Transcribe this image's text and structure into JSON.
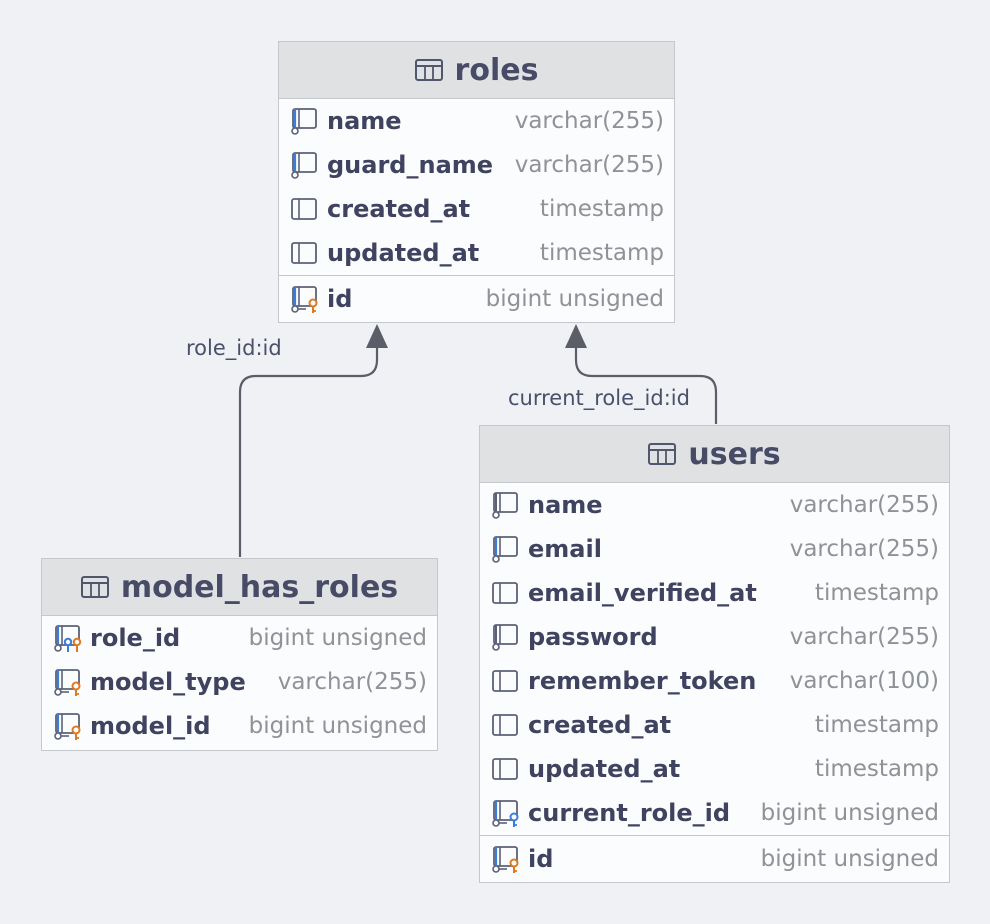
{
  "colors": {
    "background": "#eff1f5",
    "header_bg": "#e0e1e3",
    "border": "#c4c7cc",
    "column_text": "#3f4360",
    "type_text": "#8f9296",
    "fk_blue": "#3b7ddc",
    "pk_orange": "#e07a1f",
    "connector": "#5b5e66"
  },
  "tables": {
    "roles": {
      "title": "roles",
      "columns": [
        {
          "name": "name",
          "type": "varchar(255)",
          "icon": "indexed-column-icon"
        },
        {
          "name": "guard_name",
          "type": "varchar(255)",
          "icon": "indexed-column-icon"
        },
        {
          "name": "created_at",
          "type": "timestamp",
          "icon": "column-icon"
        },
        {
          "name": "updated_at",
          "type": "timestamp",
          "icon": "column-icon"
        }
      ],
      "pk": {
        "name": "id",
        "type": "bigint unsigned",
        "icon": "primary-key-icon"
      }
    },
    "model_has_roles": {
      "title": "model_has_roles",
      "columns": [
        {
          "name": "role_id",
          "type": "bigint unsigned",
          "icon": "pk-foreign-key-icon"
        },
        {
          "name": "model_type",
          "type": "varchar(255)",
          "icon": "primary-key-icon"
        },
        {
          "name": "model_id",
          "type": "bigint unsigned",
          "icon": "primary-key-icon"
        }
      ]
    },
    "users": {
      "title": "users",
      "columns": [
        {
          "name": "name",
          "type": "varchar(255)",
          "icon": "indexed-column-icon"
        },
        {
          "name": "email",
          "type": "varchar(255)",
          "icon": "indexed-column-icon"
        },
        {
          "name": "email_verified_at",
          "type": "timestamp",
          "icon": "column-icon"
        },
        {
          "name": "password",
          "type": "varchar(255)",
          "icon": "indexed-column-icon"
        },
        {
          "name": "remember_token",
          "type": "varchar(100)",
          "icon": "column-icon"
        },
        {
          "name": "created_at",
          "type": "timestamp",
          "icon": "column-icon"
        },
        {
          "name": "updated_at",
          "type": "timestamp",
          "icon": "column-icon"
        },
        {
          "name": "current_role_id",
          "type": "bigint unsigned",
          "icon": "foreign-key-icon"
        }
      ],
      "pk": {
        "name": "id",
        "type": "bigint unsigned",
        "icon": "primary-key-icon"
      }
    }
  },
  "relations": {
    "model_has_roles_to_roles": "role_id:id",
    "users_to_roles": "current_role_id:id"
  }
}
